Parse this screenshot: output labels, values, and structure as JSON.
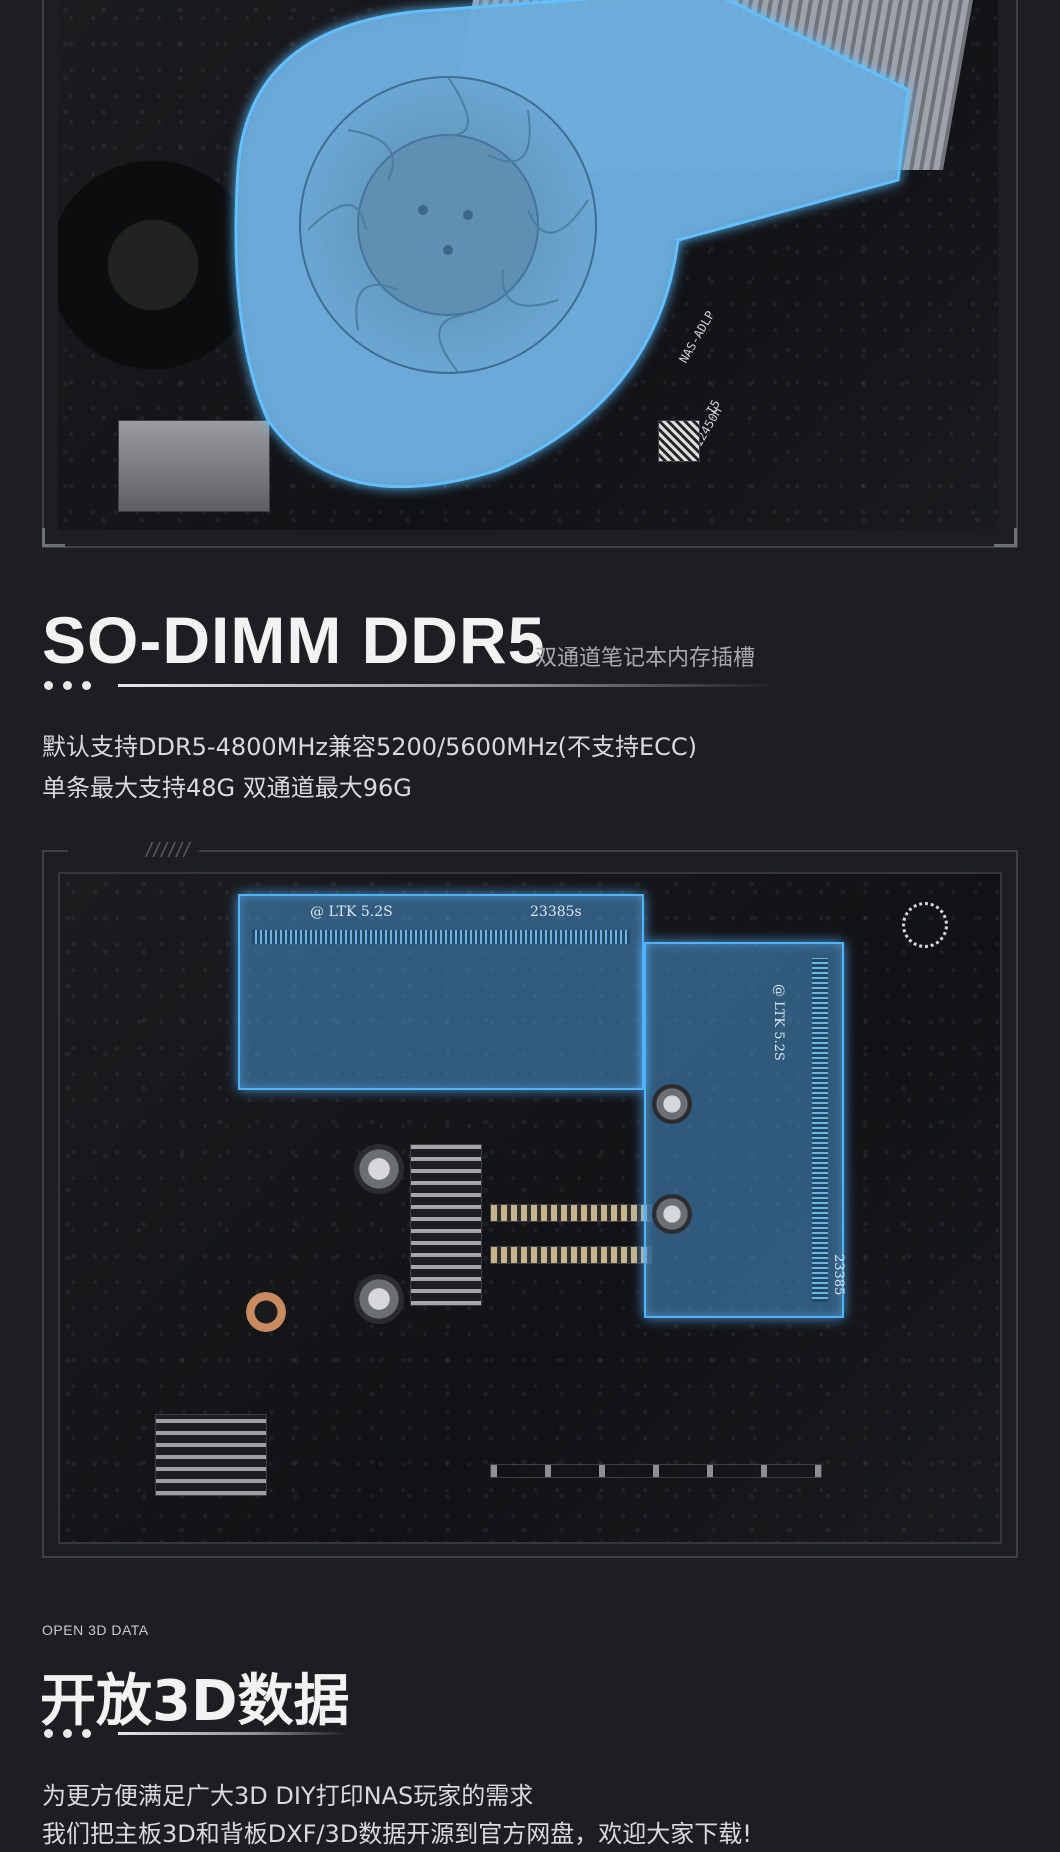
{
  "section_ddr5": {
    "title": "SO-DIMM DDR5",
    "subtitle": "双通道笔记本内存插槽",
    "lines": [
      "默认支持DDR5-4800MHz兼容5200/5600MHz(不支持ECC)",
      "单条最大支持48G 双通道最大96G"
    ]
  },
  "frame_deco": "//////",
  "section_3d": {
    "eyebrow": "OPEN 3D DATA",
    "title": "开放3D数据",
    "lines": [
      "为更方便满足广大3D DIY打印NAS玩家的需求",
      "我们把主板3D和背板DXF/3D数据开源到官方网盘，欢迎大家下载!"
    ]
  },
  "board_marks": {
    "board_model": "NAS-ADLP",
    "cpu_label": "12450H",
    "cpu_brand": "I5",
    "ram1_label": "@ LTK 5.2S",
    "ram1_code": "23385s",
    "ram2_label": "@ LTK 5.2S",
    "ram2_code": "23385"
  },
  "colors": {
    "background": "#1c1e22",
    "highlight": "#4ab4ff",
    "highlight_fill": "#4996d2"
  }
}
